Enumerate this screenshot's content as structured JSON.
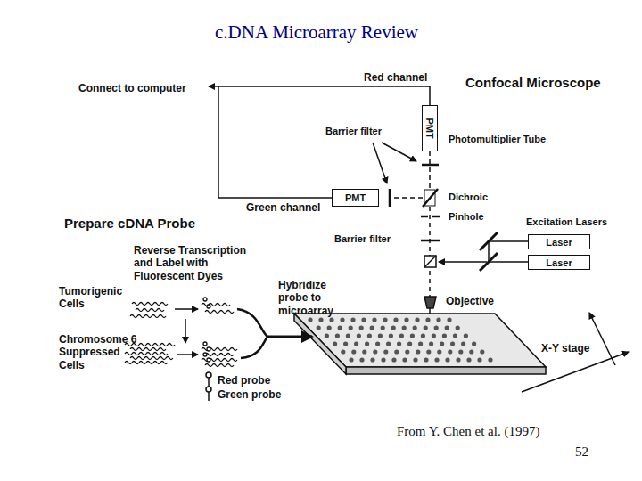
{
  "diagram": {
    "title": "c.DNA Microarray Review",
    "caption": "From Y. Chen et al. (1997)",
    "nodes": [
      {
        "text": [
          "PMT"
        ]
      },
      {
        "text": [
          "PMT"
        ]
      },
      {
        "text": [
          "Laser"
        ]
      },
      {
        "text": [
          "Laser"
        ]
      }
    ],
    "labels": [
      "Connect to computer",
      "Red channel",
      "Confocal Microscope",
      "Barrier filter",
      "Photomultiplier Tube",
      "Dichroic",
      "Green channel",
      "Pinhole",
      "Excitation Lasers",
      "Prepare cDNA Probe",
      "Reverse Transcription and Label with Fluorescent Dyes",
      "Barrier filter",
      "Tumorigenic Cells",
      "Hybridize probe to microarray",
      "Objective",
      "Chromosome 6 Suppressed Cells",
      "X-Y stage",
      "Red probe",
      "Green probe",
      "52"
    ]
  }
}
